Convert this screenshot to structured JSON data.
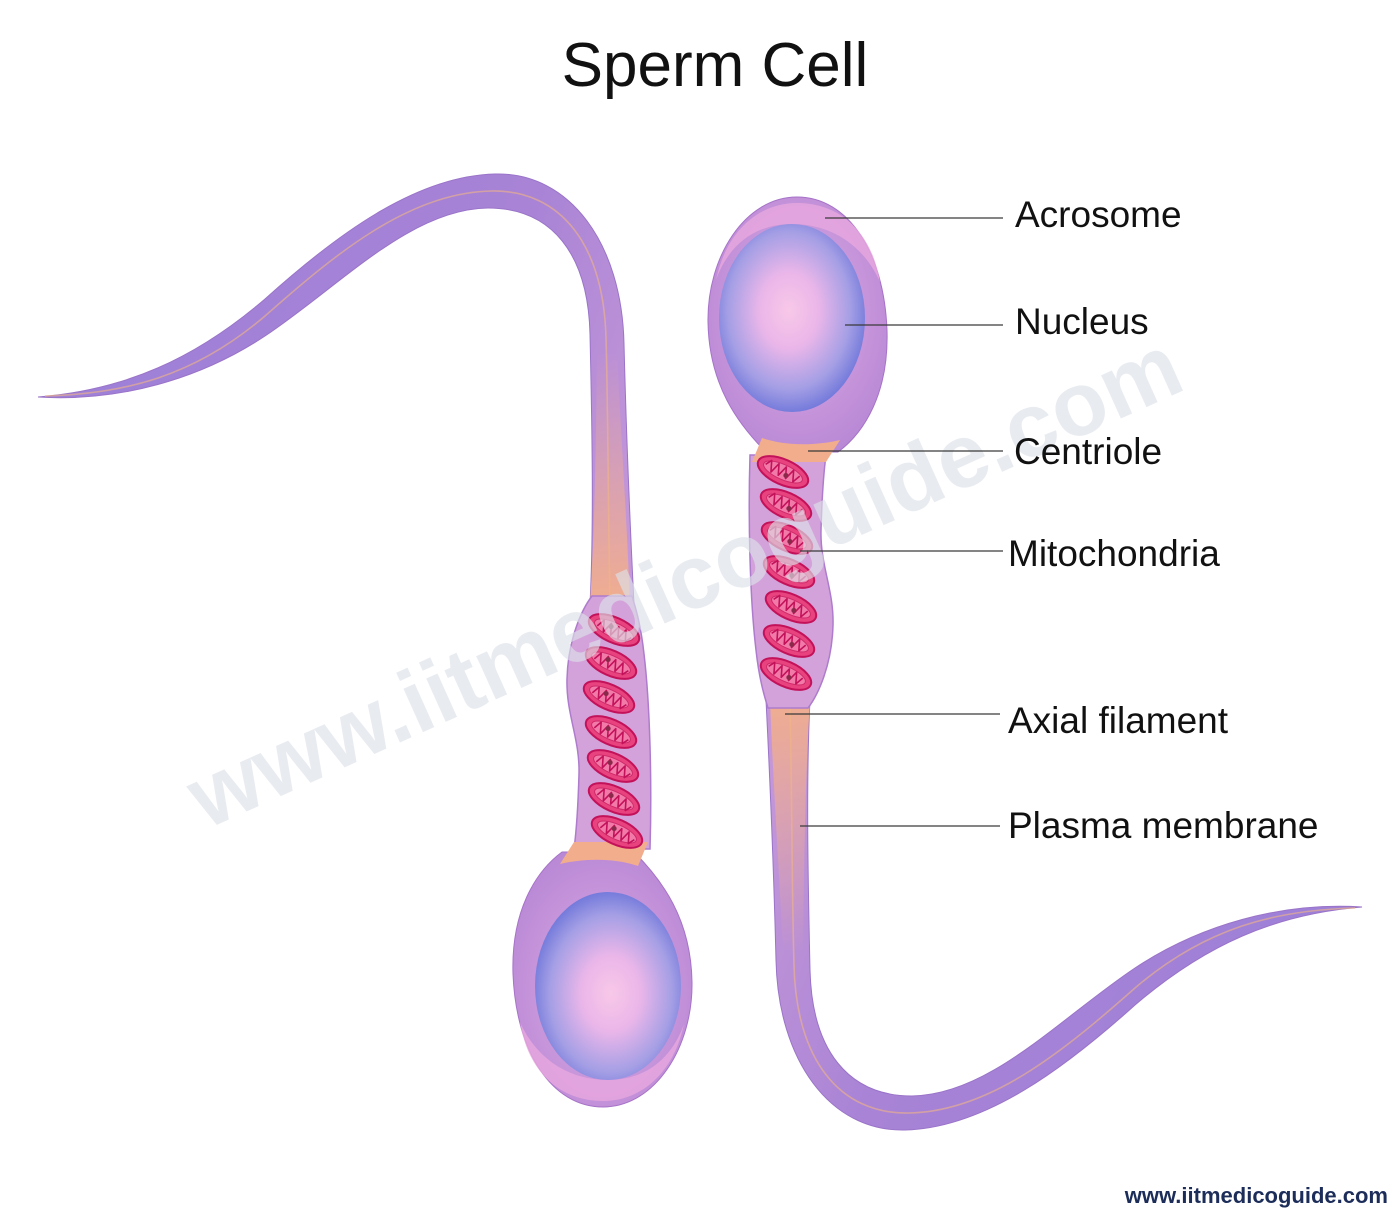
{
  "title": "Sperm Cell",
  "labels": {
    "acrosome": "Acrosome",
    "nucleus": "Nucleus",
    "centriole": "Centriole",
    "mitochondria": "Mitochondria",
    "axial_filament": "Axial filament",
    "plasma_membrane": "Plasma membrane"
  },
  "watermark": "www.iitmedicoguide.com",
  "footer": "www.iitmedicoguide.com",
  "colors": {
    "background": "#ffffff",
    "text": "#111111",
    "membrane": "#b888d6",
    "tail": "#a883d6",
    "cytoplasm": "#f2ae8c",
    "nucleus_center": "#f8c8e8",
    "nucleus_edge": "#6670d8",
    "mitochondria": "#e8437f",
    "watermark": "#dde1e9",
    "footer_text": "#1d2d5a"
  }
}
